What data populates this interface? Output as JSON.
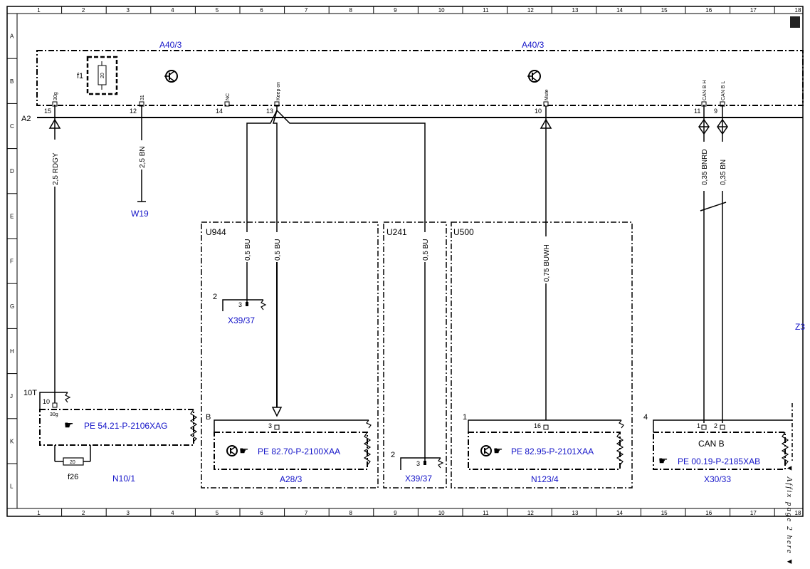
{
  "frame": {
    "columns": [
      "1",
      "2",
      "3",
      "4",
      "5",
      "6",
      "7",
      "8",
      "9",
      "10",
      "11",
      "12",
      "13",
      "14",
      "15",
      "16",
      "17",
      "18"
    ],
    "rows": [
      "A",
      "B",
      "C",
      "D",
      "E",
      "F",
      "G",
      "H",
      "J",
      "K",
      "L"
    ]
  },
  "modules": {
    "a40_left": "A40/3",
    "a40_right": "A40/3",
    "fuse_f1": "f1",
    "fuse_f1_rating": "20",
    "a2": "A2"
  },
  "pins": [
    {
      "id": "30g",
      "num": "15"
    },
    {
      "id": "31",
      "num": "12"
    },
    {
      "id": "NC",
      "num": "14"
    },
    {
      "id": "Keep on",
      "num": "13"
    },
    {
      "id": "Mute",
      "num": "10"
    },
    {
      "id": "CAN B H",
      "num": "11"
    },
    {
      "id": "CAN B L",
      "num": "9"
    }
  ],
  "wires": {
    "w_30g": "2,5 RDGY",
    "w_31": "2,5 BN",
    "w_u944_a": "0,5 BU",
    "w_u944_b": "0,5 BU",
    "w_u241": "0,5 BU",
    "w_mute": "0,75 BUWH",
    "w_canh": "0,35 BNRD",
    "w_canl": "0,35 BN"
  },
  "ground": "W19",
  "groups": {
    "u944": "U944",
    "u241": "U241",
    "u500": "U500"
  },
  "connectors": {
    "x39_a": {
      "pin_pos": "2",
      "pin": "3",
      "name": "X39/37"
    },
    "x39_b": {
      "pin_pos": "2",
      "pin": "3",
      "name": "X39/37"
    },
    "a28": {
      "pin_pos": "B",
      "pin": "3",
      "ref": "PE 82.70-P-2100XAA",
      "name": "A28/3"
    },
    "n123": {
      "pin_pos": "1",
      "pin": "16",
      "ref": "PE 82.95-P-2101XAA",
      "name": "N123/4"
    },
    "x30": {
      "pin_pos": "4",
      "pin_h": "1",
      "pin_l": "2",
      "bus": "CAN B",
      "ref": "PE 00.19-P-2185XAB",
      "name": "X30/33"
    },
    "n10": {
      "fuse_block": "10T",
      "pin": "10",
      "pin_label": "30g",
      "ref": "PE 54.21-P-2106XAG",
      "fuse": "f26",
      "fuse_rating": "20",
      "name": "N10/1"
    }
  },
  "edge_text": {
    "z": "Z3",
    "affix": "Affix page 2 here"
  }
}
